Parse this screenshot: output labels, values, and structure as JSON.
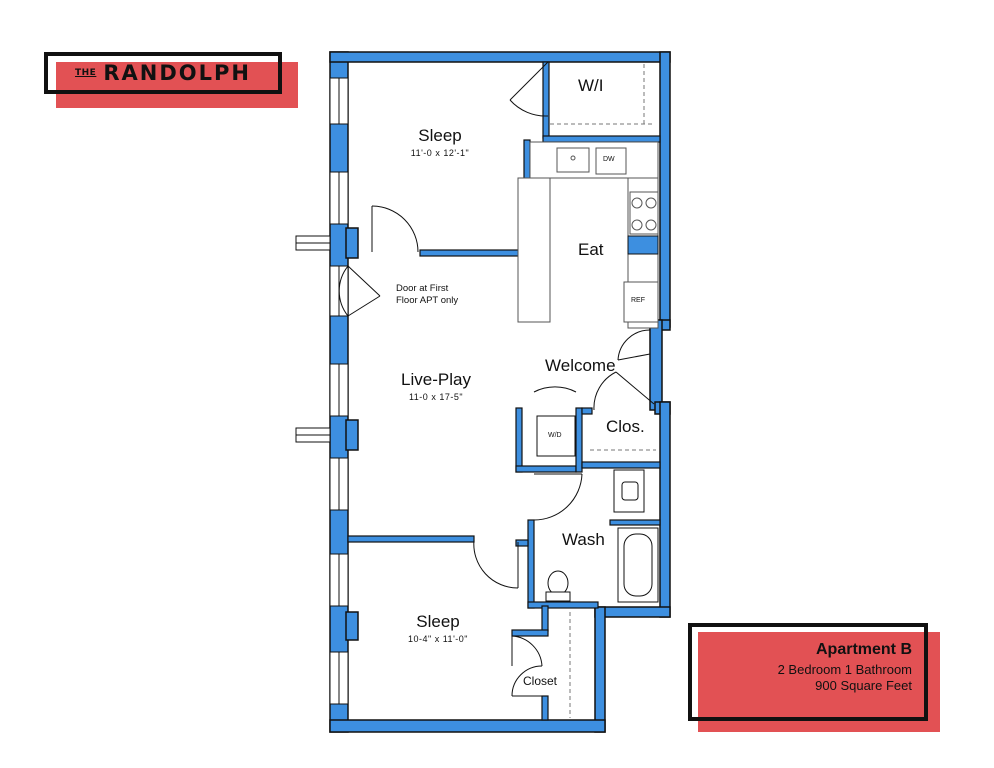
{
  "logo": {
    "prefix": "THE",
    "name": "RANDOLPH"
  },
  "apartment": {
    "title": "Apartment B",
    "layout": "2 Bedroom 1 Bathroom",
    "area": "900 Square Feet"
  },
  "rooms": {
    "sleep_top": {
      "name": "Sleep",
      "dims": "11'-0  x 12'-1\""
    },
    "walk_in": {
      "name": "W/I"
    },
    "eat": {
      "name": "Eat"
    },
    "live_play": {
      "name": "Live-Play",
      "dims": "11-0  x 17-5\""
    },
    "welcome": {
      "name": "Welcome"
    },
    "closet_small": {
      "name": "Clos."
    },
    "wash": {
      "name": "Wash"
    },
    "sleep_bottom": {
      "name": "Sleep",
      "dims": "10-4\" x 11'-0\""
    },
    "closet": {
      "name": "Closet"
    }
  },
  "note": {
    "line1": "Door at First",
    "line2": "Floor APT only"
  },
  "fixtures": {
    "dishwasher": "DW",
    "fridge": "REF",
    "washer_dryer": "W/D"
  },
  "colors": {
    "wall": "#3d8fe0",
    "accent": "#e25154",
    "outline": "#111111"
  }
}
